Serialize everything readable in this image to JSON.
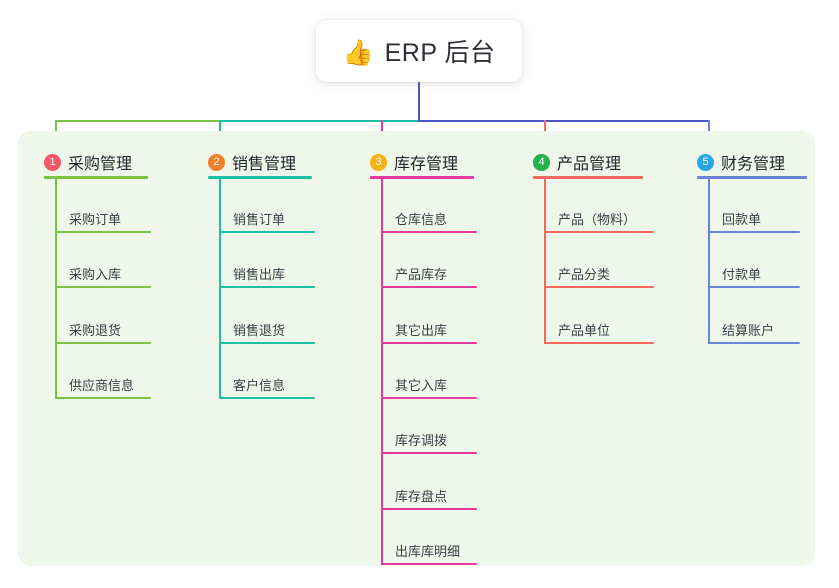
{
  "root": {
    "icon": "thumbs-up-icon",
    "emoji": "👍",
    "title": "ERP 后台"
  },
  "palette": {
    "panel_bg": "#eef7e9",
    "page_bg": "#ffffff",
    "text": "#23272b",
    "leaf_text": "#3b3f44",
    "trunk": "#4b57c4",
    "green": "#7dc242",
    "teal": "#1bbfa5",
    "pink": "#e8399e",
    "salmon": "#f4685e",
    "blue": "#6b84d6",
    "badge_1": "#f4566b",
    "badge_2": "#f5802a",
    "badge_3": "#f7b119",
    "badge_4": "#22b14c",
    "badge_5": "#2aa6e8"
  },
  "columns": [
    {
      "index": "1",
      "badge_color": "#f4566b",
      "line_color": "#7dc242",
      "title": "采购管理",
      "items": [
        {
          "label": "采购订单"
        },
        {
          "label": "采购入库"
        },
        {
          "label": "采购退货"
        },
        {
          "label": "供应商信息"
        }
      ]
    },
    {
      "index": "2",
      "badge_color": "#f5802a",
      "line_color": "#1bbfa5",
      "title": "销售管理",
      "items": [
        {
          "label": "销售订单"
        },
        {
          "label": "销售出库"
        },
        {
          "label": "销售退货"
        },
        {
          "label": "客户信息"
        }
      ]
    },
    {
      "index": "3",
      "badge_color": "#f7b119",
      "line_color": "#e8399e",
      "title": "库存管理",
      "items": [
        {
          "label": "仓库信息"
        },
        {
          "label": "产品库存"
        },
        {
          "label": "其它出库"
        },
        {
          "label": "其它入库"
        },
        {
          "label": "库存调拨"
        },
        {
          "label": "库存盘点"
        },
        {
          "label": "出库库明细"
        }
      ]
    },
    {
      "index": "4",
      "badge_color": "#22b14c",
      "line_color": "#f4685e",
      "title": "产品管理",
      "items": [
        {
          "label": "产品（物料）"
        },
        {
          "label": "产品分类"
        },
        {
          "label": "产品单位"
        }
      ]
    },
    {
      "index": "5",
      "badge_color": "#2aa6e8",
      "line_color": "#6b84d6",
      "title": "财务管理",
      "items": [
        {
          "label": "回款单"
        },
        {
          "label": "付款单"
        },
        {
          "label": "结算账户"
        }
      ]
    }
  ]
}
